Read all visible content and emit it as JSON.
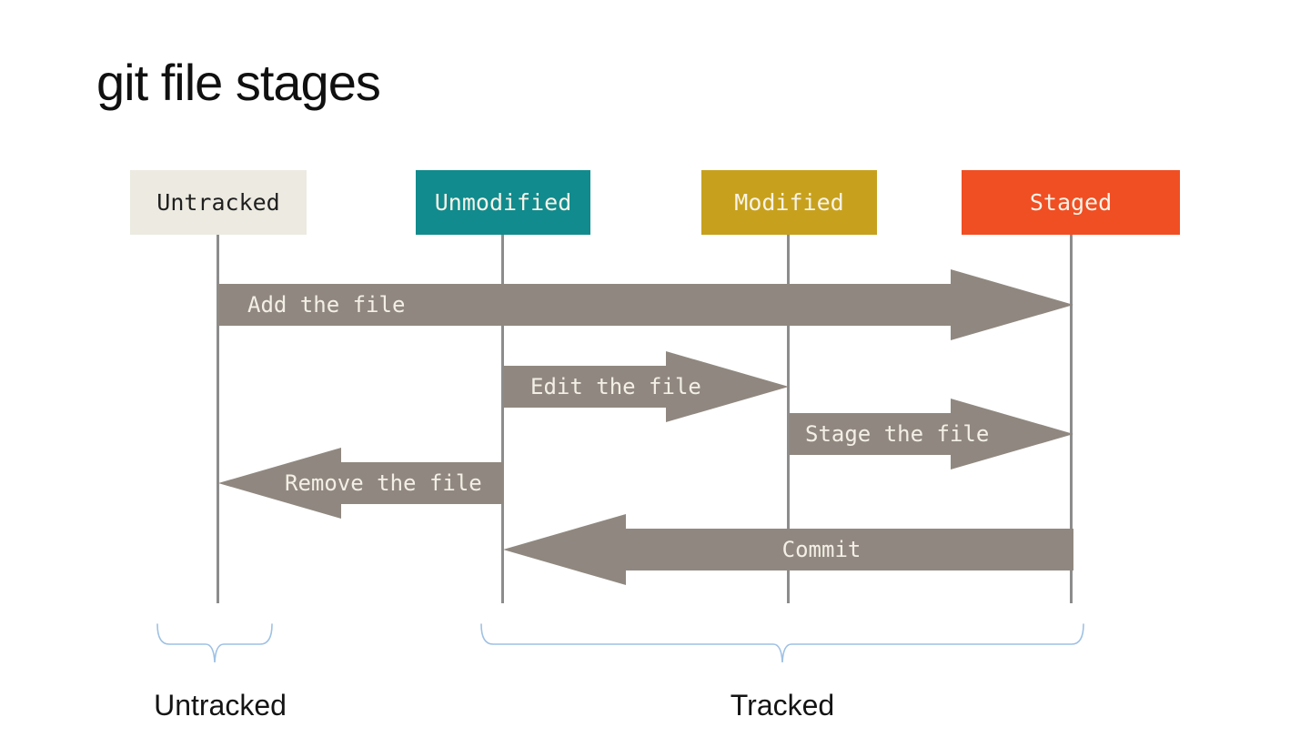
{
  "slide": {
    "title": "git file stages",
    "background": "#FFFFFF"
  },
  "stages": [
    {
      "id": "untracked",
      "label": "Untracked",
      "bg": "#ECEAE1",
      "fg": "#1F1F1F"
    },
    {
      "id": "unmodified",
      "label": "Unmodified",
      "bg": "#118B8D",
      "fg": "#F7F3E8"
    },
    {
      "id": "modified",
      "label": "Modified",
      "bg": "#C7A11D",
      "fg": "#F7F3E8"
    },
    {
      "id": "staged",
      "label": "Staged",
      "bg": "#F04E23",
      "fg": "#F7F3E8"
    }
  ],
  "arrows": [
    {
      "id": "add-the-file",
      "label": "Add the file",
      "from": "Untracked",
      "to": "Staged",
      "direction": "right"
    },
    {
      "id": "edit-the-file",
      "label": "Edit the file",
      "from": "Unmodified",
      "to": "Modified",
      "direction": "right"
    },
    {
      "id": "stage-the-file",
      "label": "Stage the file",
      "from": "Modified",
      "to": "Staged",
      "direction": "right"
    },
    {
      "id": "remove-the-file",
      "label": "Remove the file",
      "from": "Unmodified",
      "to": "Untracked",
      "direction": "left"
    },
    {
      "id": "commit",
      "label": "Commit",
      "from": "Staged",
      "to": "Unmodified",
      "direction": "left"
    }
  ],
  "groups": [
    {
      "id": "untracked-group",
      "label": "Untracked"
    },
    {
      "id": "tracked-group",
      "label": "Tracked"
    }
  ],
  "colors": {
    "arrow": "#908880",
    "lifeline": "#8C8C8C",
    "brace": "#9EC1E4",
    "title_text": "#101010"
  }
}
